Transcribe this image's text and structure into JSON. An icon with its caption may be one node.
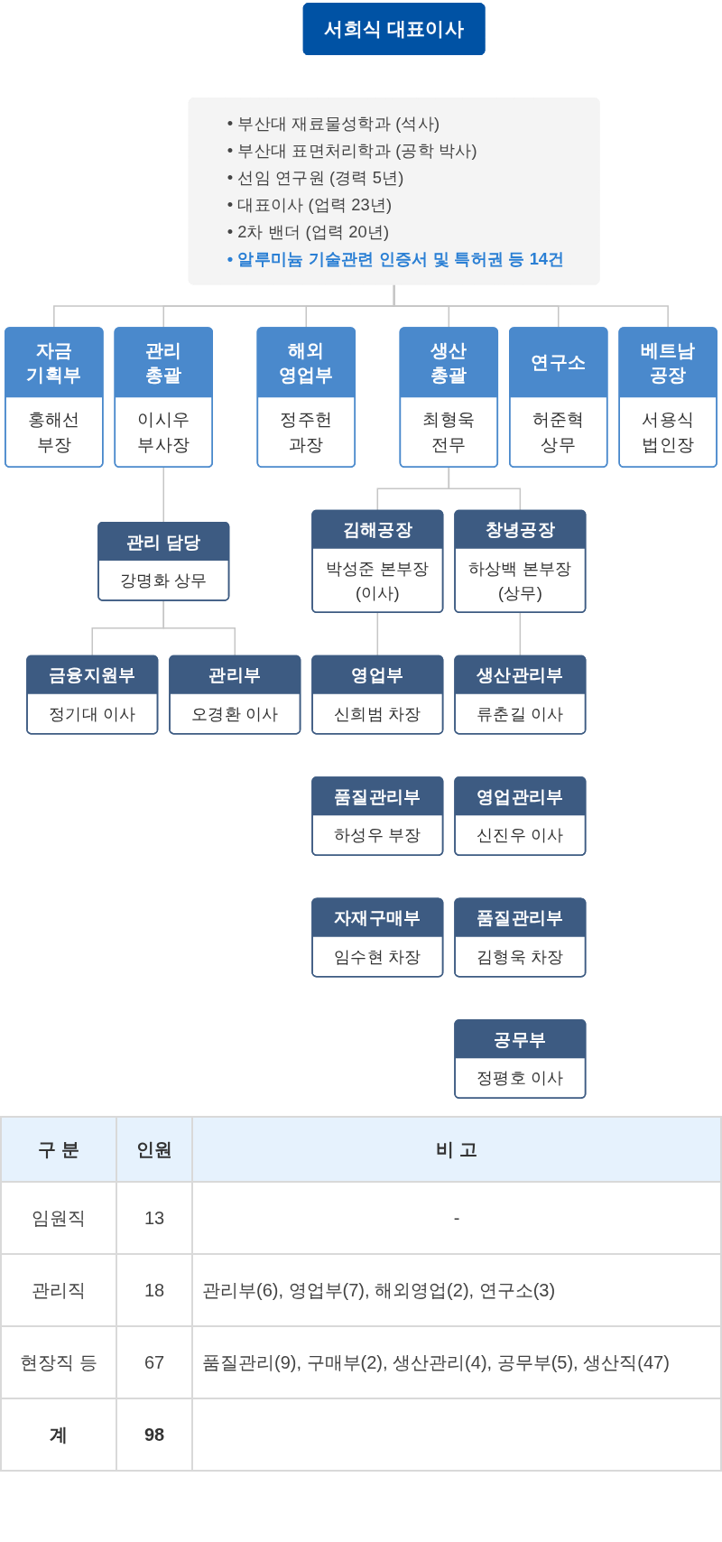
{
  "diagram": {
    "nodes": [
      {
        "text": [
          "서희식 대표이사"
        ]
      },
      {
        "text": [
          "• 부산대 재료물성학과 (석사)",
          "• 부산대 표면처리학과 (공학 박사)",
          "• 선임 연구원 (경력 5년)",
          "• 대표이사 (업력 23년)",
          "• 2차 밴더 (업력 20년)",
          "• 알루미늄 기술관련 인증서 및 특허권 등 14건"
        ]
      },
      {
        "text": [
          "자금 기획부",
          "홍해선 부장"
        ]
      },
      {
        "text": [
          "관리 총괄",
          "이시우 부사장"
        ]
      },
      {
        "text": [
          "해외 영업부",
          "정주헌 과장"
        ]
      },
      {
        "text": [
          "생산 총괄",
          "최형욱 전무"
        ]
      },
      {
        "text": [
          "연구소",
          "허준혁 상무"
        ]
      },
      {
        "text": [
          "베트남 공장",
          "서용식 법인장"
        ]
      },
      {
        "text": [
          "관리 담당",
          "강명화 상무"
        ]
      },
      {
        "text": [
          "금융지원부",
          "정기대 이사"
        ]
      },
      {
        "text": [
          "관리부",
          "오경환 이사"
        ]
      },
      {
        "text": [
          "김해공장",
          "박성준 본부장(이사)"
        ]
      },
      {
        "text": [
          "영업부",
          "신희범 차장"
        ]
      },
      {
        "text": [
          "품질관리부",
          "하성우 부장"
        ]
      },
      {
        "text": [
          "자재구매부",
          "임수현 차장"
        ]
      },
      {
        "text": [
          "창녕공장",
          "하상백 본부장(상무)"
        ]
      },
      {
        "text": [
          "생산관리부",
          "류춘길 이사"
        ]
      },
      {
        "text": [
          "영업관리부",
          "신진우 이사"
        ]
      },
      {
        "text": [
          "품질관리부",
          "김형욱 차장"
        ]
      },
      {
        "text": [
          "공무부",
          "정평호 이사"
        ]
      }
    ],
    "edges": [
      {
        "from": 1,
        "to": 2,
        "arrow": "none"
      },
      {
        "from": 1,
        "to": 3,
        "arrow": "none"
      },
      {
        "from": 1,
        "to": 4,
        "arrow": "none"
      },
      {
        "from": 1,
        "to": 5,
        "arrow": "none"
      },
      {
        "from": 1,
        "to": 6,
        "arrow": "none"
      },
      {
        "from": 1,
        "to": 7,
        "arrow": "none"
      },
      {
        "from": 3,
        "to": 8,
        "arrow": "none"
      },
      {
        "from": 8,
        "to": 9,
        "arrow": "none"
      },
      {
        "from": 8,
        "to": 10,
        "arrow": "none"
      },
      {
        "from": 5,
        "to": 11,
        "arrow": "none"
      },
      {
        "from": 5,
        "to": 15,
        "arrow": "none"
      },
      {
        "from": 11,
        "to": 12,
        "arrow": "none"
      },
      {
        "from": 15,
        "to": 16,
        "arrow": "none"
      }
    ],
    "labels": [
      "구 분",
      "인원",
      "비 고",
      "임원직",
      "13",
      "-",
      "관리직",
      "18",
      "관리부(6), 영업부(7), 해외영업(2), 연구소(3)",
      "현장직 등",
      "67",
      "품질관리(9), 구매부(2), 생산관리(4), 공무부(5), 생산직(47)",
      "계",
      "98"
    ]
  }
}
